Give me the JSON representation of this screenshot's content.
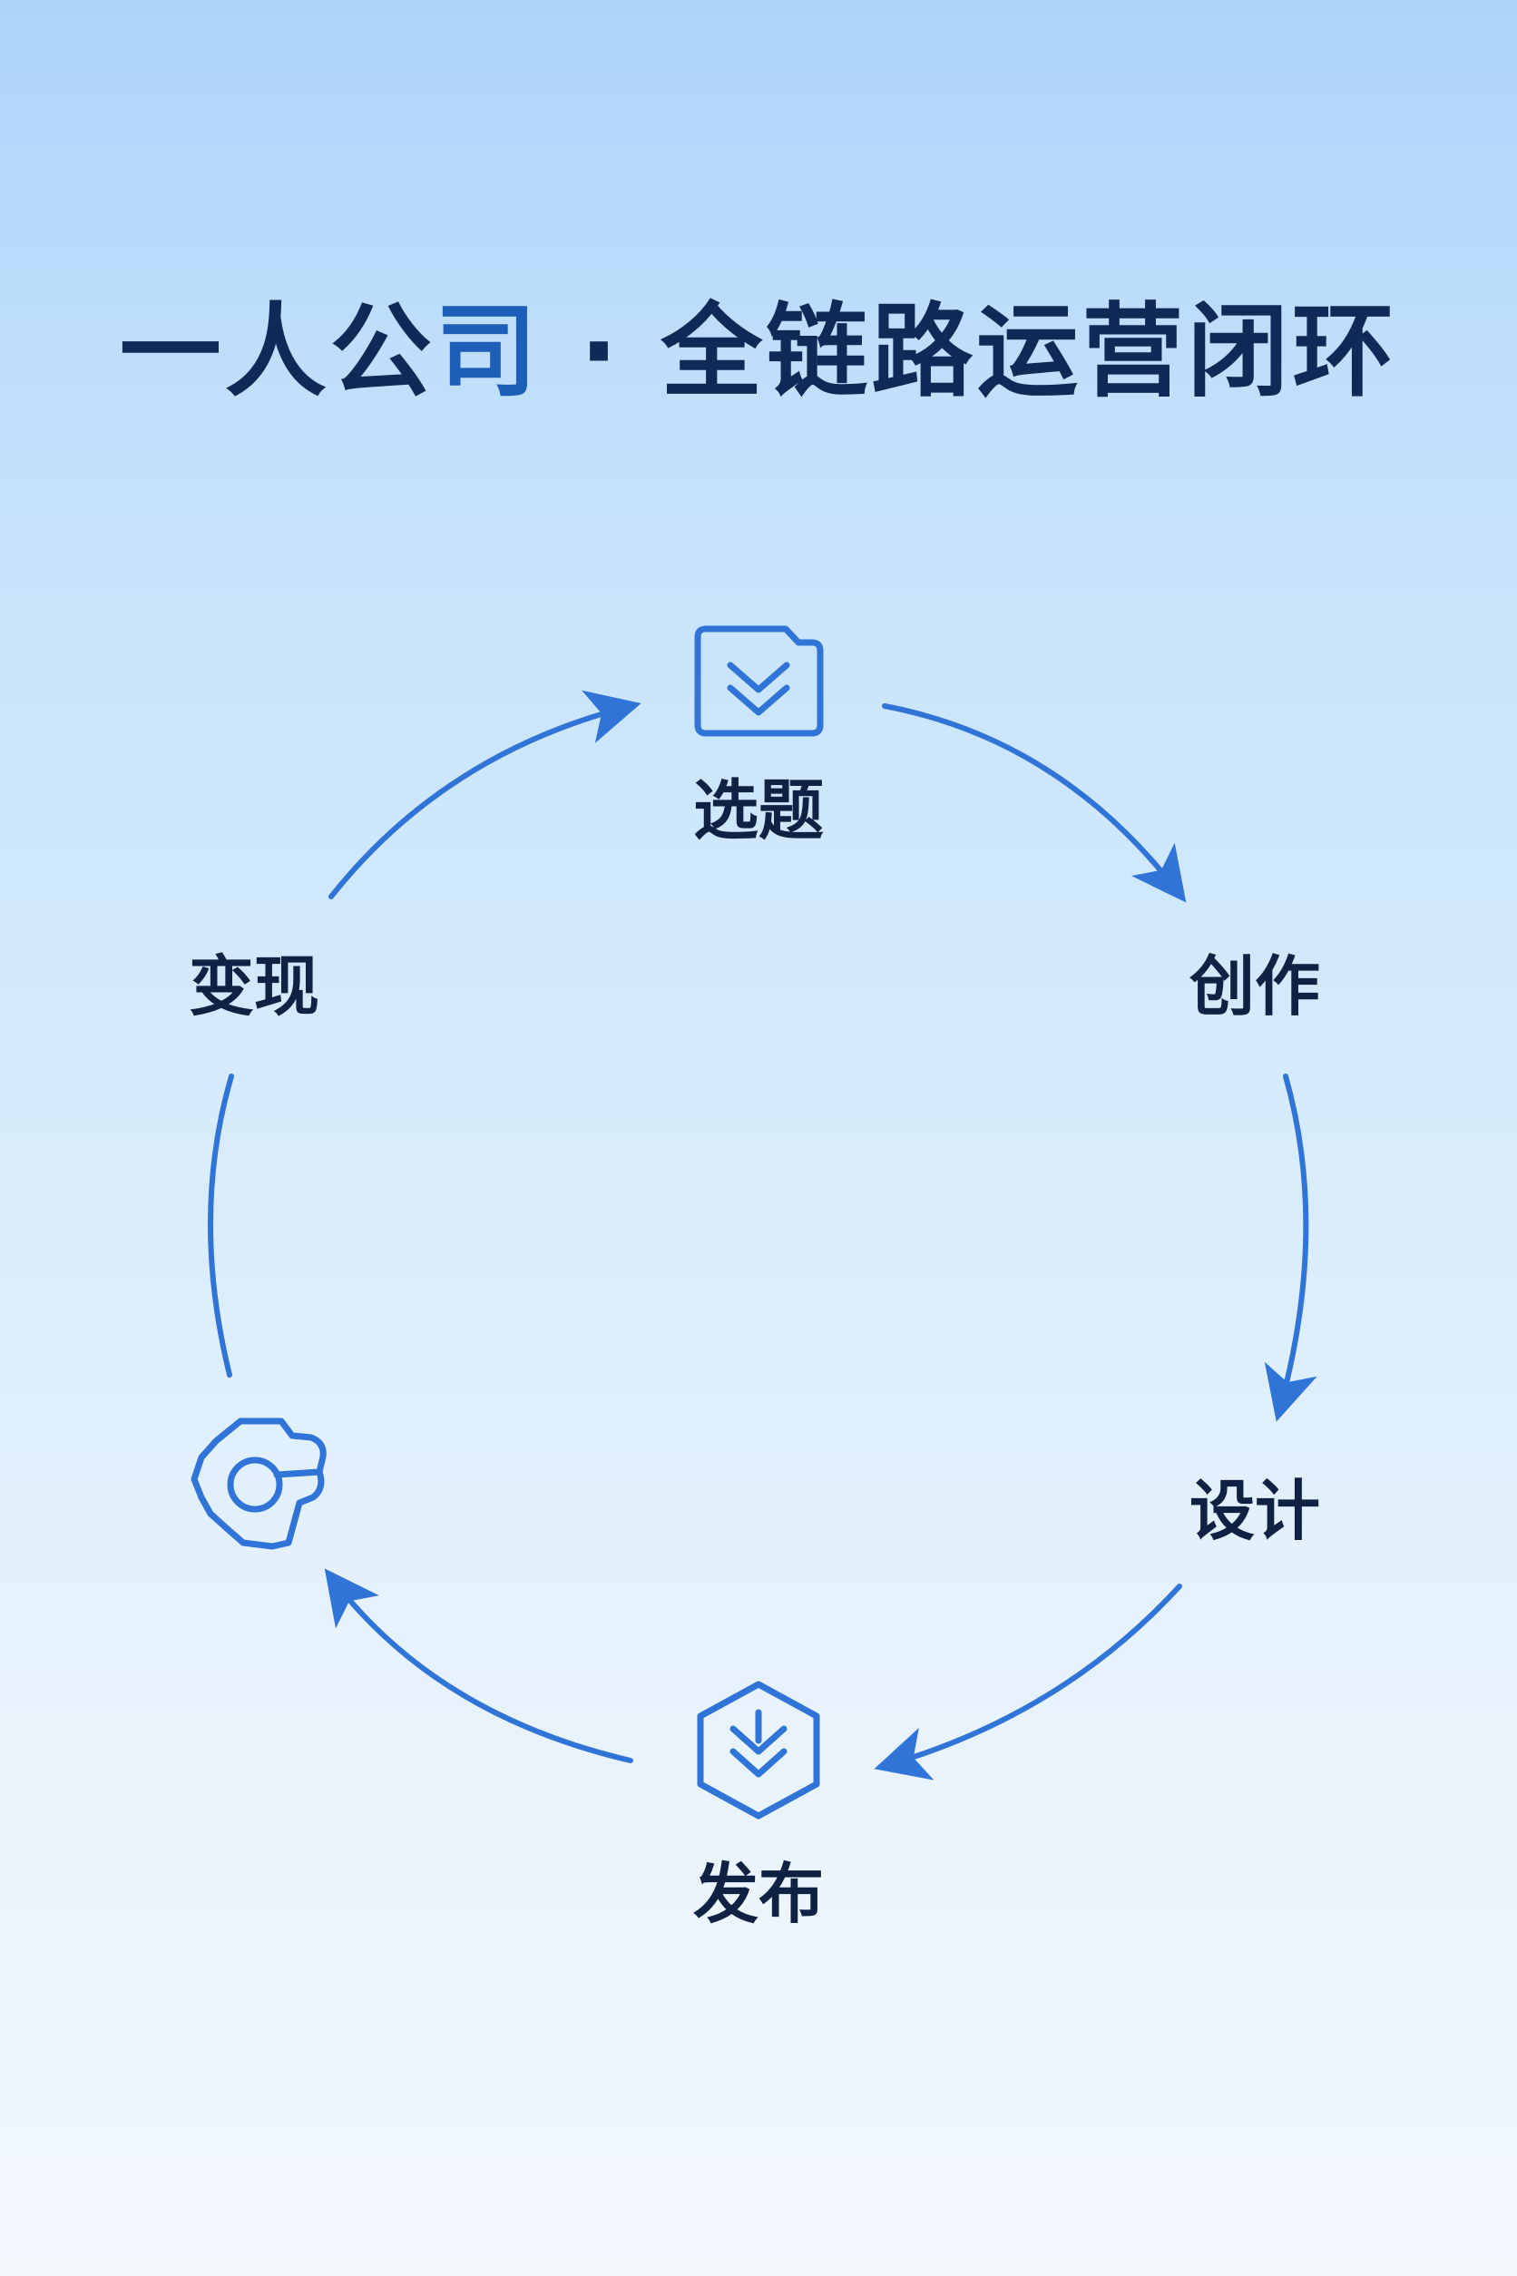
{
  "title": {
    "part_a_1": "一人公",
    "part_a_2": "司",
    "separator": " · ",
    "part_b": "全链路运营闭环"
  },
  "nodes": [
    {
      "label": "选题",
      "icon": "folder-check-icon"
    },
    {
      "label": "创作",
      "icon": ""
    },
    {
      "label": "设计",
      "icon": ""
    },
    {
      "label": "发布",
      "icon": "hexagon-download-icon"
    },
    {
      "label": "",
      "icon": "gear-icon"
    },
    {
      "label": "变现",
      "icon": ""
    }
  ],
  "colors": {
    "accent": "#2f74d6",
    "title": "#0f2a57",
    "title_accent": "#1d5fb8",
    "label": "#0f2244"
  }
}
